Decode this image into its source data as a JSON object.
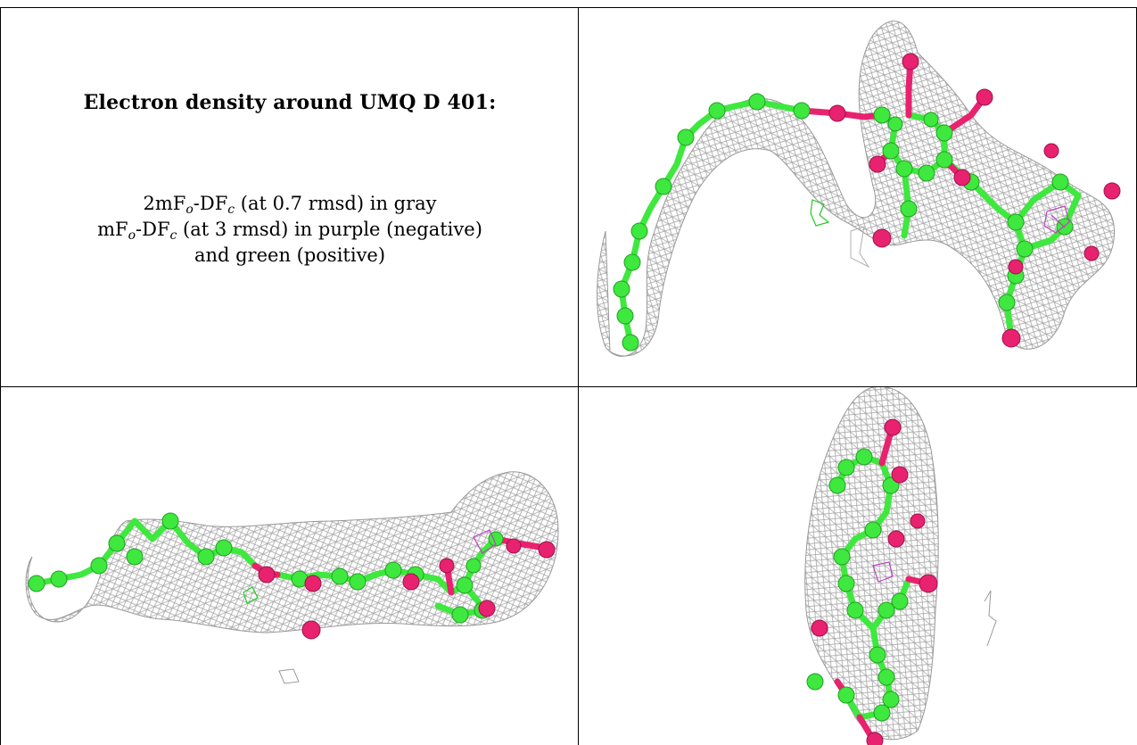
{
  "caption": {
    "title": "Electron density around UMQ D 401:",
    "line1": {
      "pre": "2mF",
      "sub1": "o",
      "mid": "-DF",
      "sub2": "c",
      "post": " (at 0.7 rmsd) in gray"
    },
    "line2": {
      "pre": "mF",
      "sub1": "o",
      "mid": "-DF",
      "sub2": "c",
      "post": " (at 3 rmsd) in purple (negative)"
    },
    "line3": "and green (positive)"
  },
  "colors": {
    "mesh": "#a8a8a8",
    "carbon": "#3ee83e",
    "oxygen": "#e8226e",
    "positive_density": "#22cc22",
    "negative_density": "#c040c0"
  }
}
